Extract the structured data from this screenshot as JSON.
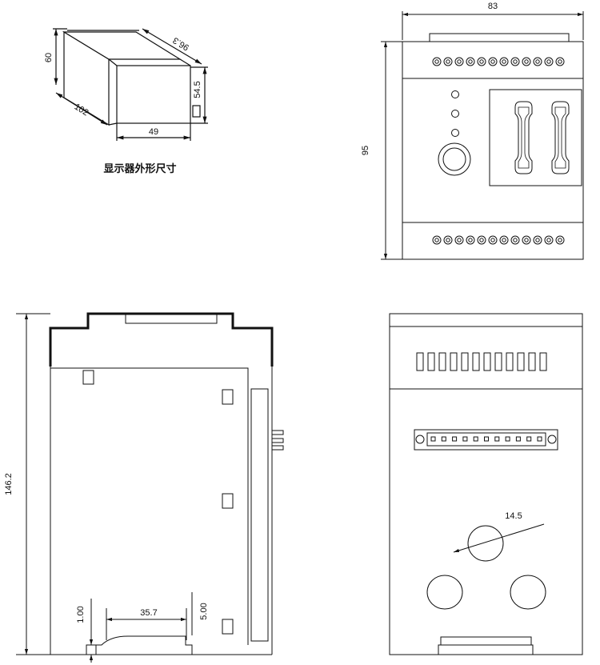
{
  "caption": "显示器外形尺寸",
  "display_dims": {
    "height": "60",
    "depth": "102",
    "diag": "96.3",
    "front_h": "54.5",
    "width": "49"
  },
  "front_view": {
    "width": "83",
    "height": "95",
    "terminal_count": 12
  },
  "side_view": {
    "height": "146.2",
    "gap": "1.00",
    "span": "35.7",
    "offset": "5.00"
  },
  "back_view": {
    "terminal_count": 12,
    "connector_pins": 11,
    "hole_dia": "14.5"
  }
}
